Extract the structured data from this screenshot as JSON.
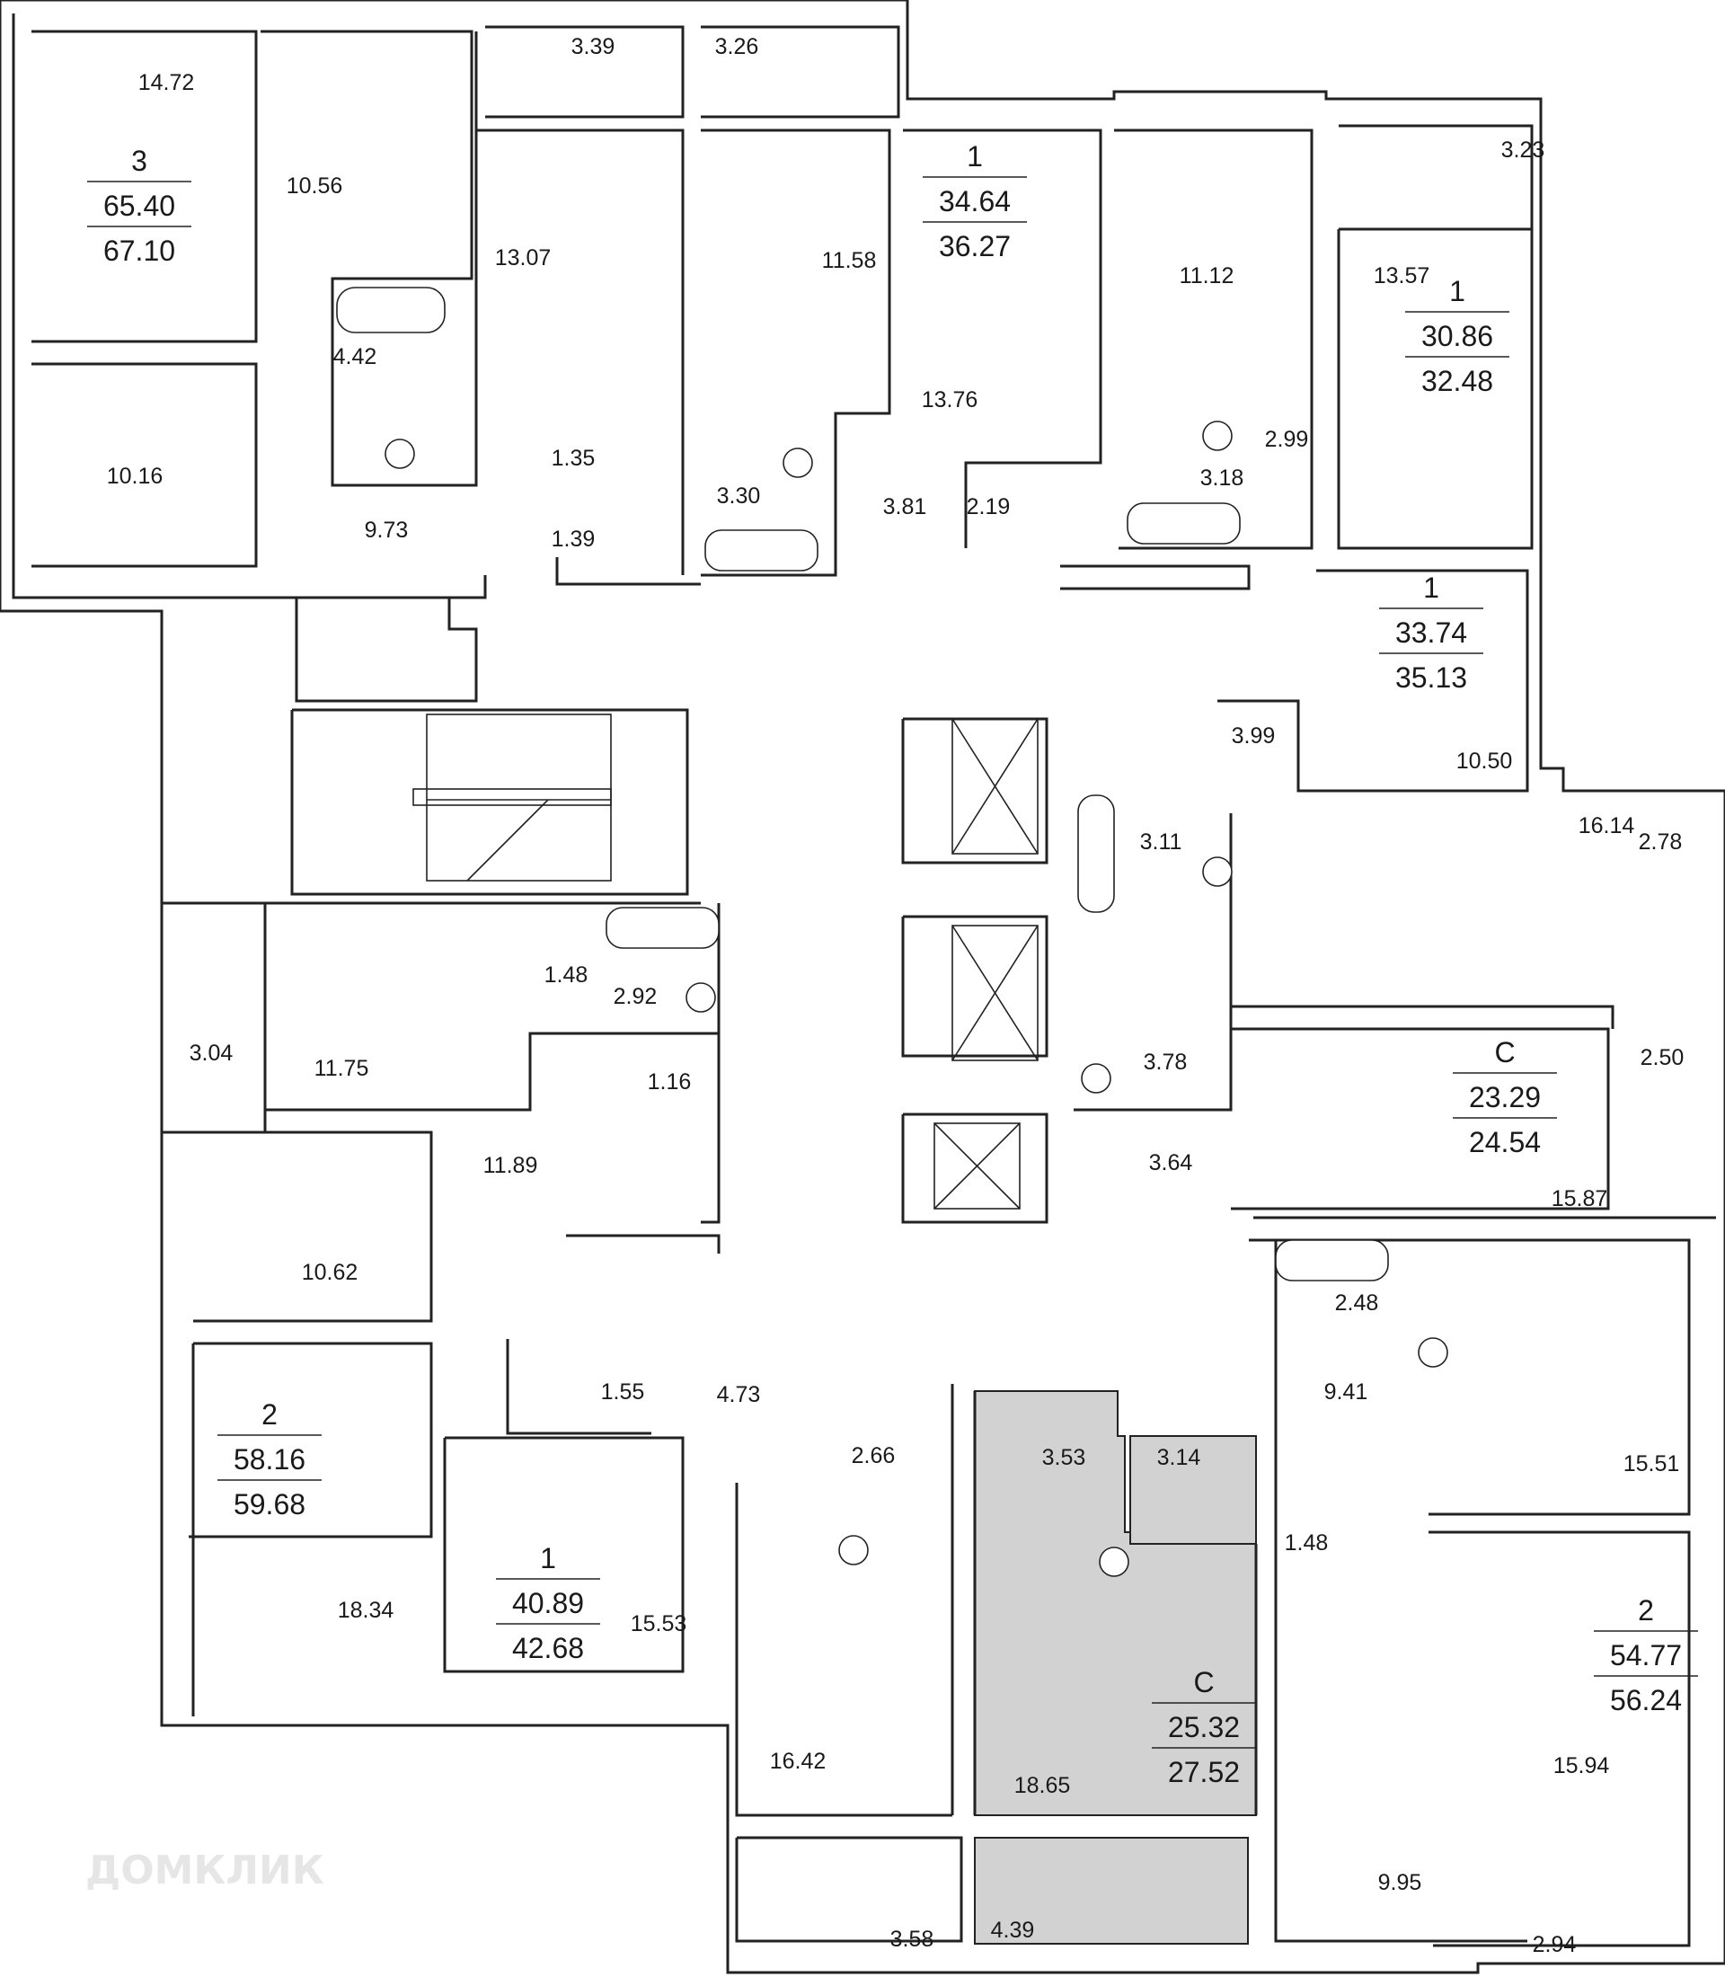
{
  "watermark": "ДОМКЛИК",
  "colors": {
    "highlight": "#d2d2d2",
    "line": "#222222"
  },
  "units": [
    {
      "id": "u1",
      "rooms": "3",
      "living": "65.40",
      "total": "67.10"
    },
    {
      "id": "u2",
      "rooms": "1",
      "living": "34.64",
      "total": "36.27"
    },
    {
      "id": "u3",
      "rooms": "1",
      "living": "30.86",
      "total": "32.48"
    },
    {
      "id": "u4",
      "rooms": "1",
      "living": "33.74",
      "total": "35.13"
    },
    {
      "id": "u5",
      "rooms": "С",
      "living": "23.29",
      "total": "24.54"
    },
    {
      "id": "u6",
      "rooms": "2",
      "living": "58.16",
      "total": "59.68"
    },
    {
      "id": "u7",
      "rooms": "1",
      "living": "40.89",
      "total": "42.68"
    },
    {
      "id": "u8",
      "rooms": "С",
      "living": "25.32",
      "total": "27.52",
      "highlighted": true
    },
    {
      "id": "u9",
      "rooms": "2",
      "living": "54.77",
      "total": "56.24"
    }
  ],
  "room_areas": {
    "r01": "14.72",
    "r02": "10.56",
    "r03": "3.39",
    "r04": "3.26",
    "r05": "13.07",
    "r06": "11.58",
    "r07": "3.23",
    "r08": "11.12",
    "r09": "13.57",
    "r10": "4.42",
    "r11": "10.16",
    "r12": "9.73",
    "r13": "1.35",
    "r14": "1.39",
    "r15": "3.30",
    "r16": "13.76",
    "r17": "3.81",
    "r18": "2.19",
    "r19": "3.18",
    "r20": "2.99",
    "r21": "3.99",
    "r22": "10.50",
    "r23": "3.11",
    "r24": "16.14",
    "r25": "2.78",
    "r26": "3.78",
    "r27": "2.50",
    "r28": "3.64",
    "r29": "15.87",
    "r30": "1.48",
    "r31": "2.92",
    "r32": "3.04",
    "r33": "11.75",
    "r34": "1.16",
    "r35": "11.89",
    "r36": "10.62",
    "r37": "2.48",
    "r38": "9.41",
    "r39": "15.51",
    "r40": "1.55",
    "r41": "4.73",
    "r42": "2.66",
    "r43": "3.53",
    "r44": "3.14",
    "r45": "1.48",
    "r46": "18.34",
    "r47": "15.53",
    "r48": "16.42",
    "r49": "18.65",
    "r50": "15.94",
    "r51": "9.95",
    "r52": "3.58",
    "r53": "4.39",
    "r54": "2.94"
  }
}
